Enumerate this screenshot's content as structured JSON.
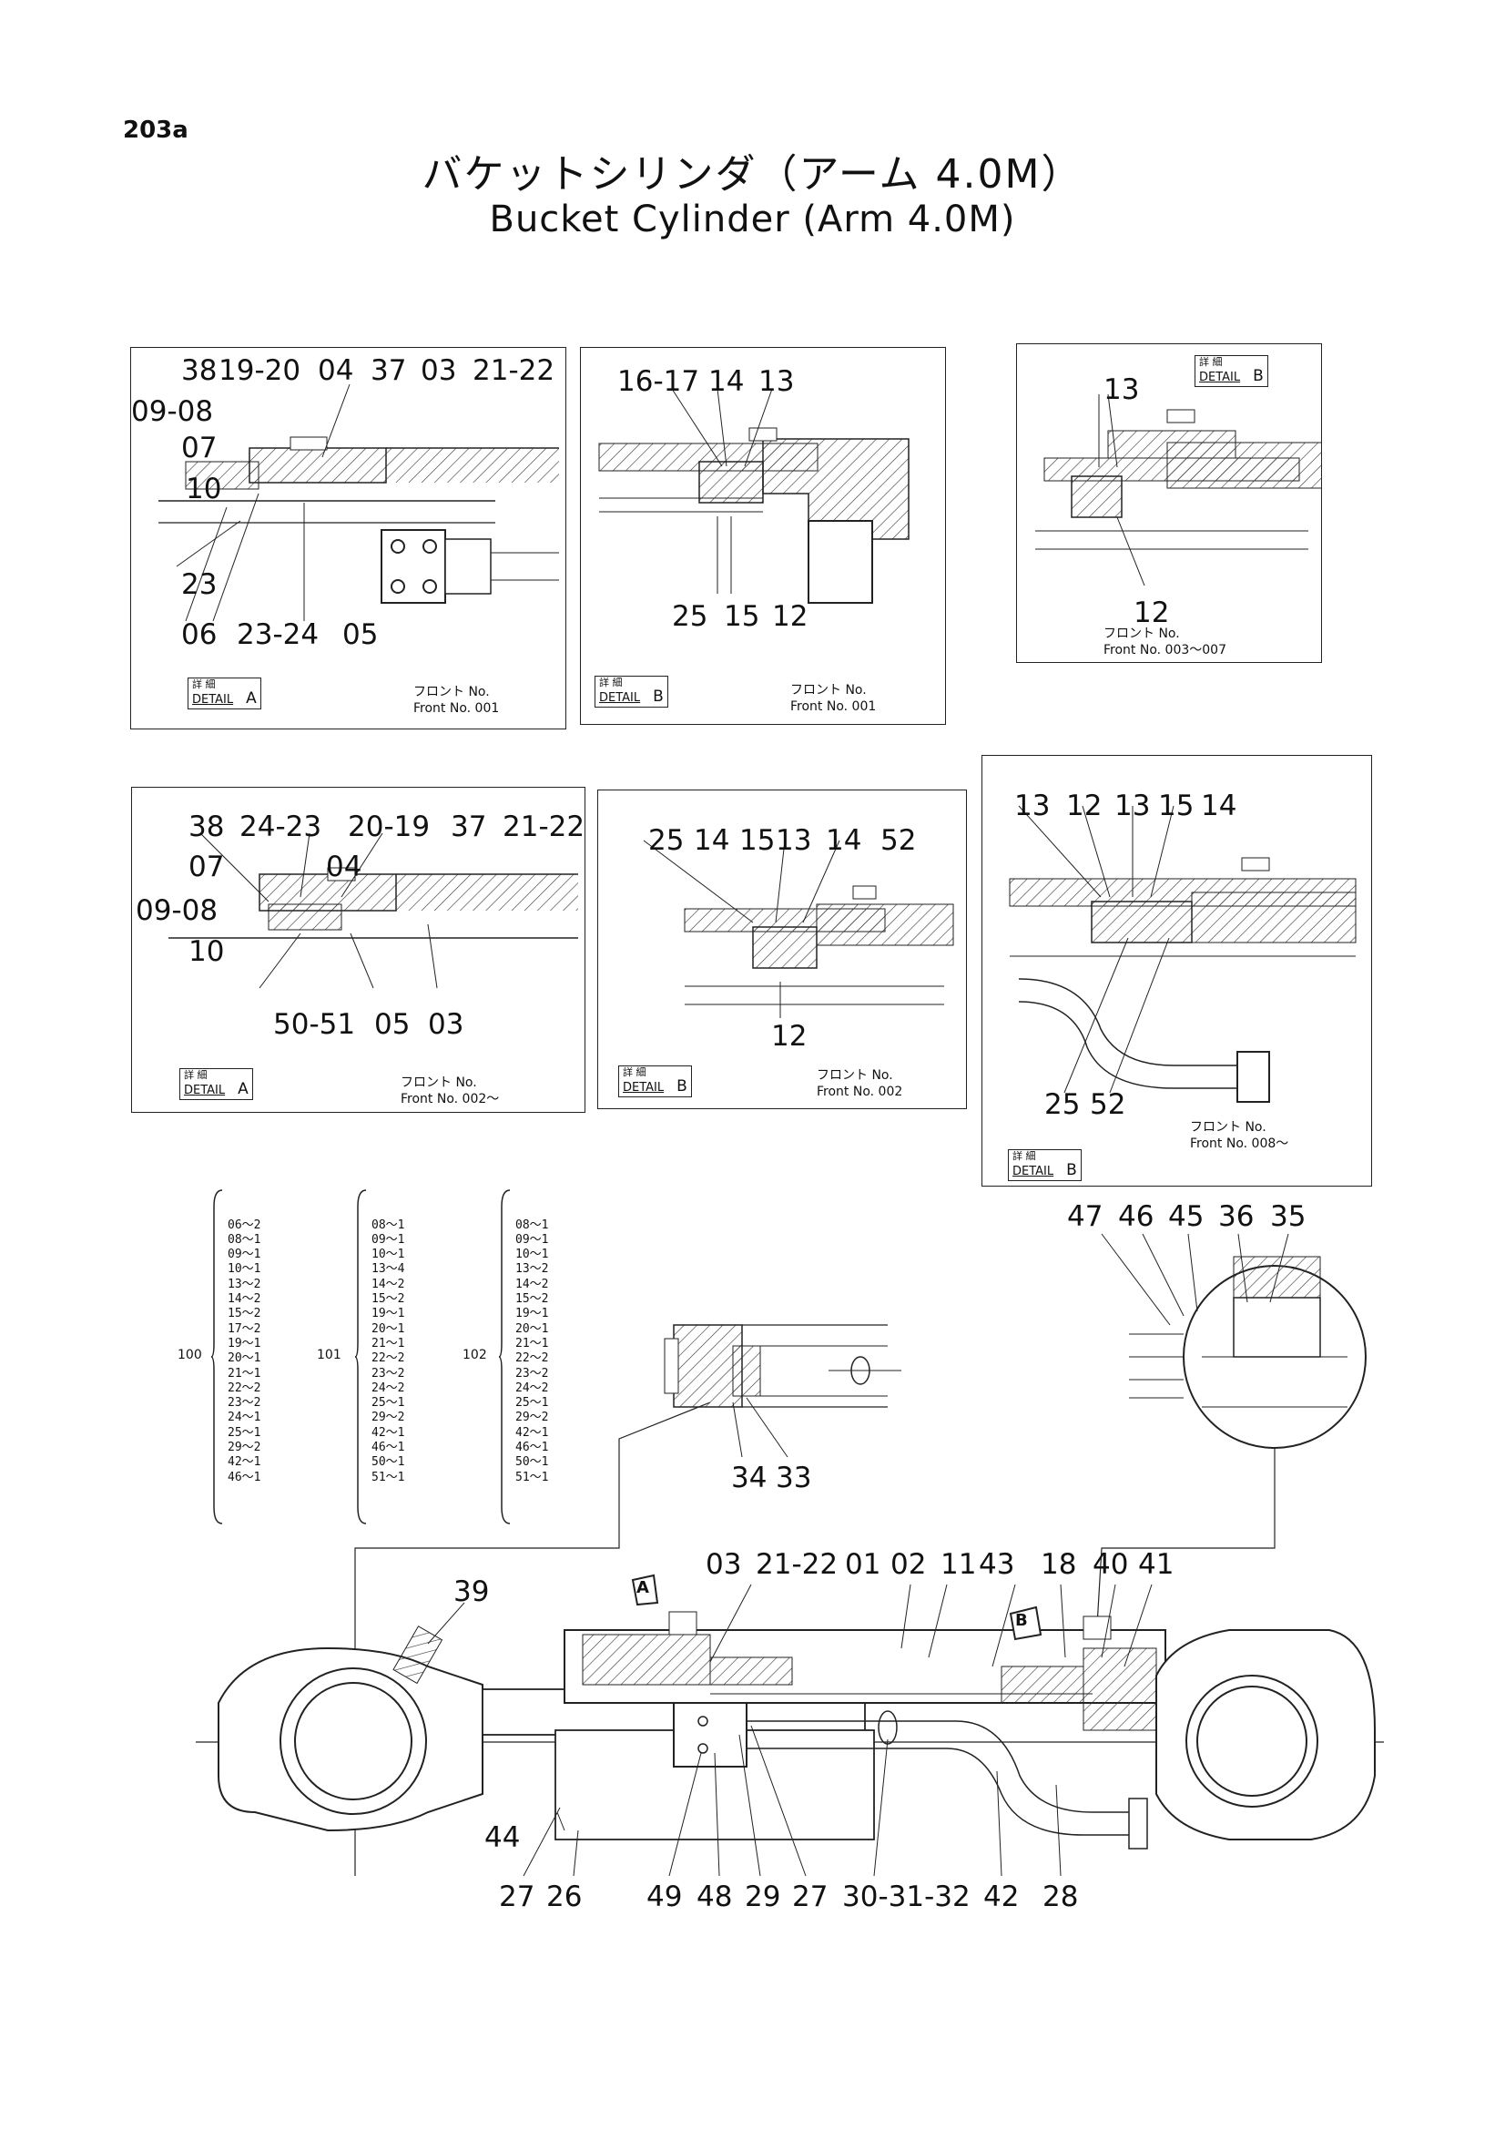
{
  "page_number": "203a",
  "title_jp": "バケットシリンダ（アーム 4.0M）",
  "title_en": "Bucket Cylinder (Arm 4.0M)",
  "panels": {
    "detail_a_001": {
      "labels": [
        "38",
        "19-20",
        "04",
        "37",
        "03",
        "21-22",
        "09-08",
        "07",
        "10",
        "23",
        "06",
        "23-24",
        "05"
      ],
      "tag_jp": "詳 細",
      "tag_en": "DETAIL",
      "tag_letter": "A",
      "front_jp": "フロント No.",
      "front_en": "Front No. 001"
    },
    "detail_b_001": {
      "labels": [
        "16-17",
        "14",
        "13",
        "25",
        "15",
        "12"
      ],
      "tag_jp": "詳 細",
      "tag_en": "DETAIL",
      "tag_letter": "B",
      "front_jp": "フロント No.",
      "front_en": "Front No. 001"
    },
    "detail_b_003": {
      "labels": [
        "13",
        "12"
      ],
      "tag_jp": "詳 細",
      "tag_en": "DETAIL",
      "tag_letter": "B",
      "front_jp": "フロント No.",
      "front_en": "Front No. 003～007"
    },
    "detail_a_002": {
      "labels": [
        "38",
        "24-23",
        "20-19",
        "37",
        "21-22",
        "07",
        "04",
        "09-08",
        "10",
        "50-51",
        "05",
        "03"
      ],
      "tag_jp": "詳 細",
      "tag_en": "DETAIL",
      "tag_letter": "A",
      "front_jp": "フロント No.",
      "front_en": "Front No. 002～"
    },
    "detail_b_002": {
      "labels": [
        "25",
        "14",
        "15",
        "13",
        "14",
        "52",
        "12"
      ],
      "tag_jp": "詳 細",
      "tag_en": "DETAIL",
      "tag_letter": "B",
      "front_jp": "フロント No.",
      "front_en": "Front No. 002"
    },
    "detail_b_008": {
      "labels": [
        "13",
        "12",
        "13",
        "15",
        "14",
        "25",
        "52"
      ],
      "tag_jp": "詳 細",
      "tag_en": "DETAIL",
      "tag_letter": "B",
      "front_jp": "フロント No.",
      "front_en": "Front No. 008～"
    }
  },
  "kits": [
    {
      "number": "100",
      "items": [
        "06～2",
        "08～1",
        "09～1",
        "10～1",
        "13～2",
        "14～2",
        "15～2",
        "17～2",
        "19～1",
        "20～1",
        "21～1",
        "22～2",
        "23～2",
        "24～1",
        "25～1",
        "29～2",
        "42～1",
        "46～1"
      ]
    },
    {
      "number": "101",
      "items": [
        "08～1",
        "09～1",
        "10～1",
        "13～4",
        "14～2",
        "15～2",
        "19～1",
        "20～1",
        "21～1",
        "22～2",
        "23～2",
        "24～2",
        "25～1",
        "29～2",
        "42～1",
        "46～1",
        "50～1",
        "51～1"
      ]
    },
    {
      "number": "102",
      "items": [
        "08～1",
        "09～1",
        "10～1",
        "13～2",
        "14～2",
        "15～2",
        "19～1",
        "20～1",
        "21～1",
        "22～2",
        "23～2",
        "24～2",
        "25～1",
        "29～2",
        "42～1",
        "46～1",
        "50～1",
        "51～1"
      ]
    }
  ],
  "main_labels": {
    "rod_end": [
      "34",
      "33"
    ],
    "head_detail": [
      "47",
      "46",
      "45",
      "36",
      "35"
    ],
    "top": [
      "03",
      "21-22",
      "01",
      "02",
      "11",
      "43",
      "18",
      "40",
      "41"
    ],
    "pin": "39",
    "callout_a": "A",
    "callout_b": "B",
    "left": "44",
    "bottom": [
      "27",
      "26",
      "49",
      "48",
      "29",
      "27",
      "30-31-32",
      "42",
      "28"
    ]
  }
}
